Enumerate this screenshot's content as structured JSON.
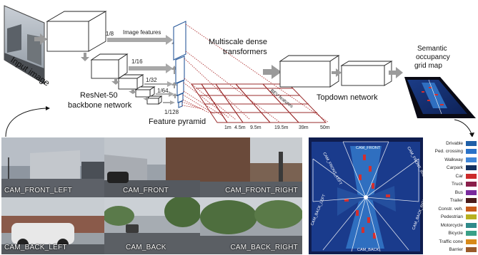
{
  "pipeline": {
    "input_image_label": "Input image",
    "backbone_label_line1": "ResNet-50",
    "backbone_label_line2": "backbone network",
    "scales": [
      "1/8",
      "1/16",
      "1/32",
      "1/64",
      "1/128"
    ],
    "image_features_label": "Image features",
    "feature_pyramid_label": "Feature pyramid",
    "transformers_line1": "Multiscale dense",
    "transformers_line2": "transformers",
    "bev_features_label": "BEV features",
    "distances": [
      "1m",
      "4.5m",
      "9.5m",
      "19.5m",
      "39m",
      "50m"
    ],
    "topdown_label": "Topdown network",
    "grid_map_line1": "Semantic",
    "grid_map_line2": "occupancy",
    "grid_map_line3": "grid map"
  },
  "cameras": {
    "front_left": "CAM_FRONT_LEFT",
    "front": "CAM_FRONT",
    "front_right": "CAM_FRONT_RIGHT",
    "back_left": "CAM_BACK_LEFT",
    "back": "CAM_BACK",
    "back_right": "CAM_BACK_RIGHT"
  },
  "bev_map_labels": {
    "front": "CAM_FRONT",
    "front_left": "CAM_FRONT_LEFT",
    "front_right": "CAM_FRONT_RIGHT",
    "back_left": "CAM_BACK_LEFT",
    "back_right": "CAM_BACK_RIGHT",
    "back": "CAM_BACK"
  },
  "legend": [
    {
      "label": "Drivable",
      "color": "#1f5fa8"
    },
    {
      "label": "Ped. crossing",
      "color": "#2a72c8"
    },
    {
      "label": "Walkway",
      "color": "#3f86d8"
    },
    {
      "label": "Carpark",
      "color": "#13305f"
    },
    {
      "label": "Car",
      "color": "#cc2a2a"
    },
    {
      "label": "Truck",
      "color": "#8a1f4a"
    },
    {
      "label": "Bus",
      "color": "#7a2a9e"
    },
    {
      "label": "Trailer",
      "color": "#4a1a1a"
    },
    {
      "label": "Constr. veh.",
      "color": "#c85a1a"
    },
    {
      "label": "Pedestrian",
      "color": "#b8b020"
    },
    {
      "label": "Motorcycle",
      "color": "#2f8a8a"
    },
    {
      "label": "Bicycle",
      "color": "#3aa088"
    },
    {
      "label": "Traffic cone",
      "color": "#d88a1a"
    },
    {
      "label": "Barrier",
      "color": "#9a5a2a"
    }
  ]
}
